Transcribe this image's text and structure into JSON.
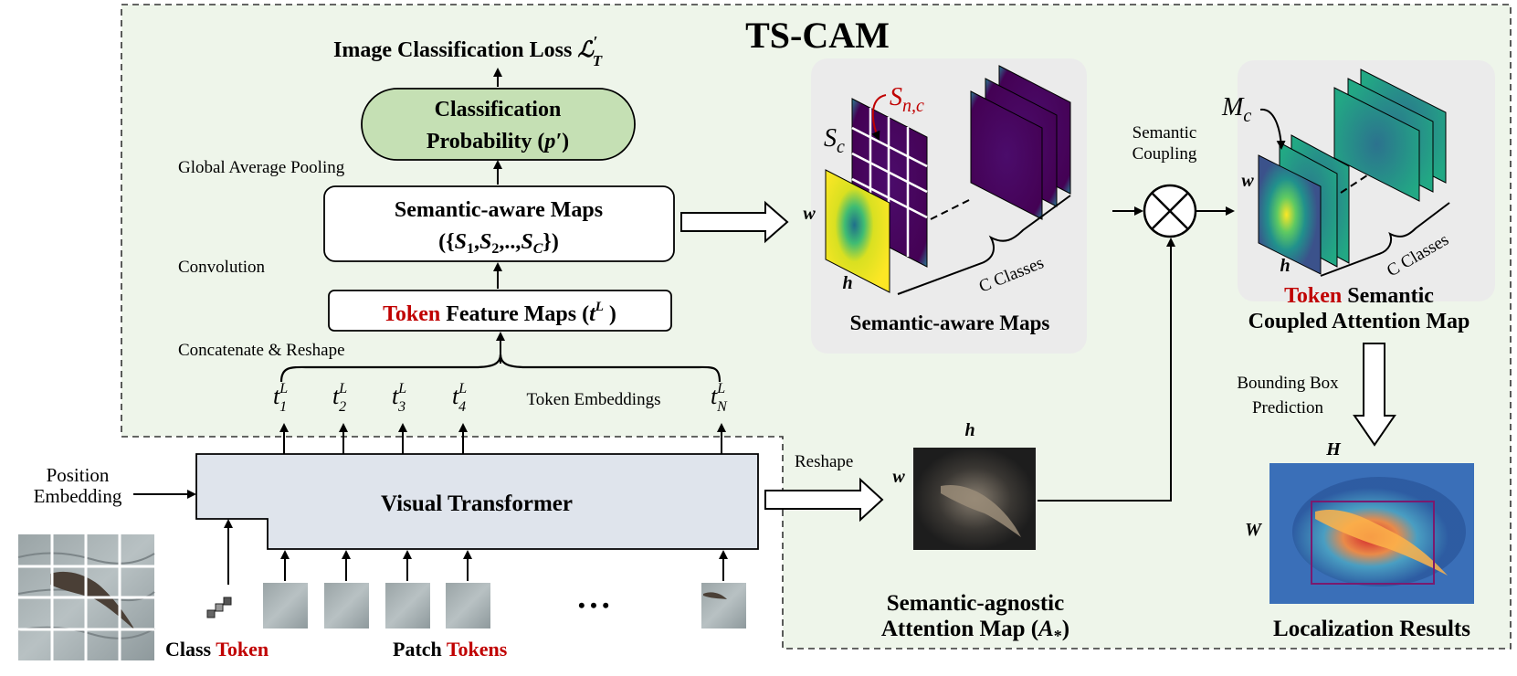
{
  "title": "TS-CAM",
  "loss": {
    "text": "Image Classification Loss ",
    "symbol": "ℒ",
    "prime": "′",
    "sub": "T"
  },
  "classification_box": {
    "line1": "Classification",
    "line2": "Probability (",
    "symbol": "p′",
    "close": ")"
  },
  "steps": {
    "gap": "Global Average Pooling",
    "convolution": "Convolution",
    "concat": "Concatenate & Reshape",
    "reshape": "Reshape",
    "semantic_coupling_1": "Semantic",
    "semantic_coupling_2": "Coupling",
    "bbox_1": "Bounding Box",
    "bbox_2": "Prediction"
  },
  "semantic_box": {
    "line1": "Semantic-aware Maps",
    "line2_open": "({",
    "s1": "S",
    "sub1": "1",
    "s2": "S",
    "sub2": "2",
    "dots": ",..,",
    "sc": "S",
    "subc": "C",
    "line2_close": "})"
  },
  "token_box": {
    "token": "Token",
    "rest": " Feature Maps (",
    "t": "t",
    "sup": "L",
    "close": " )"
  },
  "tokens": [
    {
      "t": "t",
      "sub": "1",
      "sup": "L"
    },
    {
      "t": "t",
      "sub": "2",
      "sup": "L"
    },
    {
      "t": "t",
      "sub": "3",
      "sup": "L"
    },
    {
      "t": "t",
      "sub": "4",
      "sup": "L"
    },
    {
      "t": "t",
      "sub": "N",
      "sup": "L"
    }
  ],
  "token_embeddings_label": "Token Embeddings",
  "position_embedding": {
    "line1": "Position",
    "line2": "Embedding"
  },
  "vit_label": "Visual Transformer",
  "class_token": {
    "a": "Class ",
    "b": "Token"
  },
  "patch_tokens": {
    "a": "Patch ",
    "b": "Tokens"
  },
  "ellipsis": "• • •",
  "semantic_maps_panel": {
    "caption": "Semantic-aware Maps",
    "snc_s": "S",
    "snc_sub": "n,c",
    "sc_s": "S",
    "sc_sub": "c",
    "w": "w",
    "h": "h",
    "c_classes": "C Classes"
  },
  "coupled_panel": {
    "token": "Token",
    "line1_rest": " Semantic",
    "line2": "Coupled Attention Map",
    "mc_m": "M",
    "mc_sub": "c",
    "w": "w",
    "h": "h",
    "c_classes": "C Classes"
  },
  "agnostic_map": {
    "line1": "Semantic-agnostic",
    "line2": "Attention Map (",
    "a": "A",
    "sub": "*",
    "close": ")",
    "w": "w",
    "h": "h"
  },
  "localization": {
    "caption": "Localization Results",
    "H": "H",
    "W": "W"
  },
  "colors": {
    "panel_green": "#eef5ea",
    "class_box_green": "#c5e0b4",
    "vit_fill": "#dfe4ec",
    "gray_panel": "#ebebeb",
    "red": "#c00000",
    "viridis_dark": "#440154",
    "viridis_yellow": "#fde725",
    "viridis_teal": "#1f9e89"
  }
}
